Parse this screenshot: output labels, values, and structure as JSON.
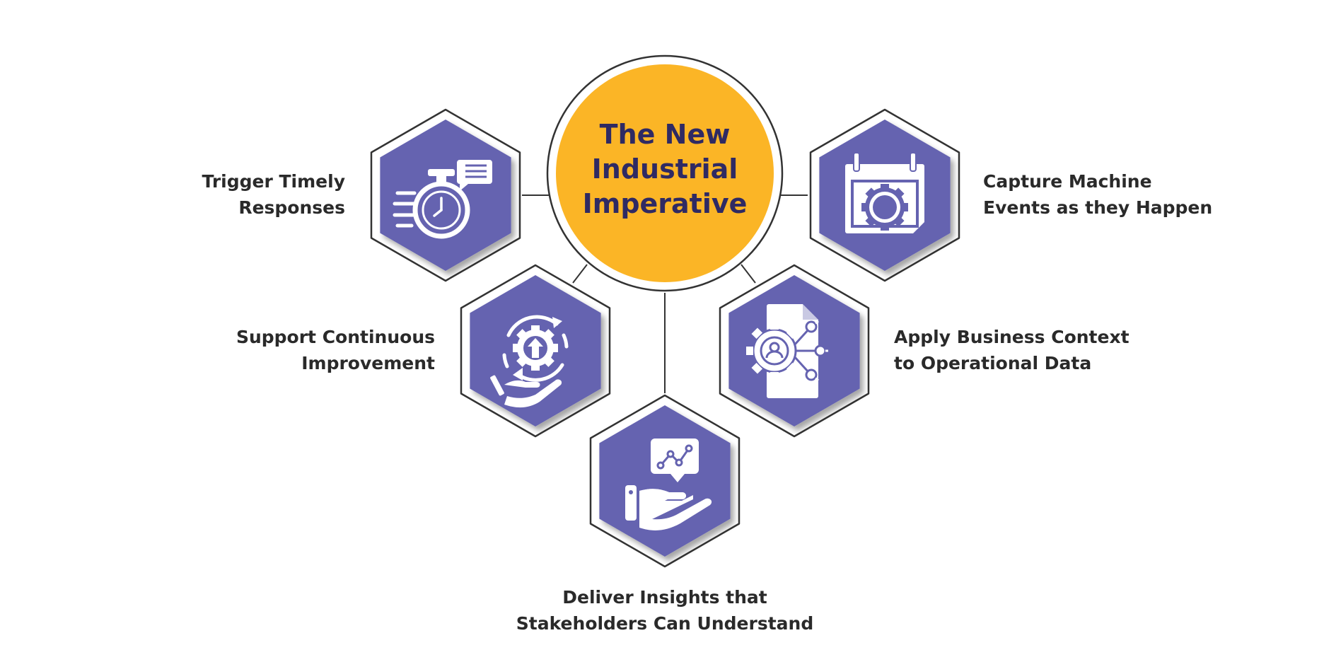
{
  "colors": {
    "hub_fill": "#fbb526",
    "hub_text": "#2f2a63",
    "hex_fill": "#6563b0",
    "outline": "#333333",
    "label_text": "#2a2a2a",
    "icon": "#ffffff"
  },
  "hub": {
    "title_lines": [
      "The New",
      "Industrial",
      "Imperative"
    ]
  },
  "nodes": [
    {
      "id": "trigger",
      "icon": "stopwatch-chat-icon",
      "lines": [
        "Trigger Timely",
        "Responses"
      ]
    },
    {
      "id": "capture",
      "icon": "calendar-gear-icon",
      "lines": [
        "Capture Machine",
        "Events as they Happen"
      ]
    },
    {
      "id": "support",
      "icon": "gear-cycle-hand-icon",
      "lines": [
        "Support Continuous",
        "Improvement"
      ]
    },
    {
      "id": "apply",
      "icon": "document-gear-network-icon",
      "lines": [
        "Apply Business Context",
        "to Operational Data"
      ]
    },
    {
      "id": "deliver",
      "icon": "hand-chart-bubble-icon",
      "lines": [
        "Deliver Insights that",
        "Stakeholders Can Understand"
      ]
    }
  ]
}
